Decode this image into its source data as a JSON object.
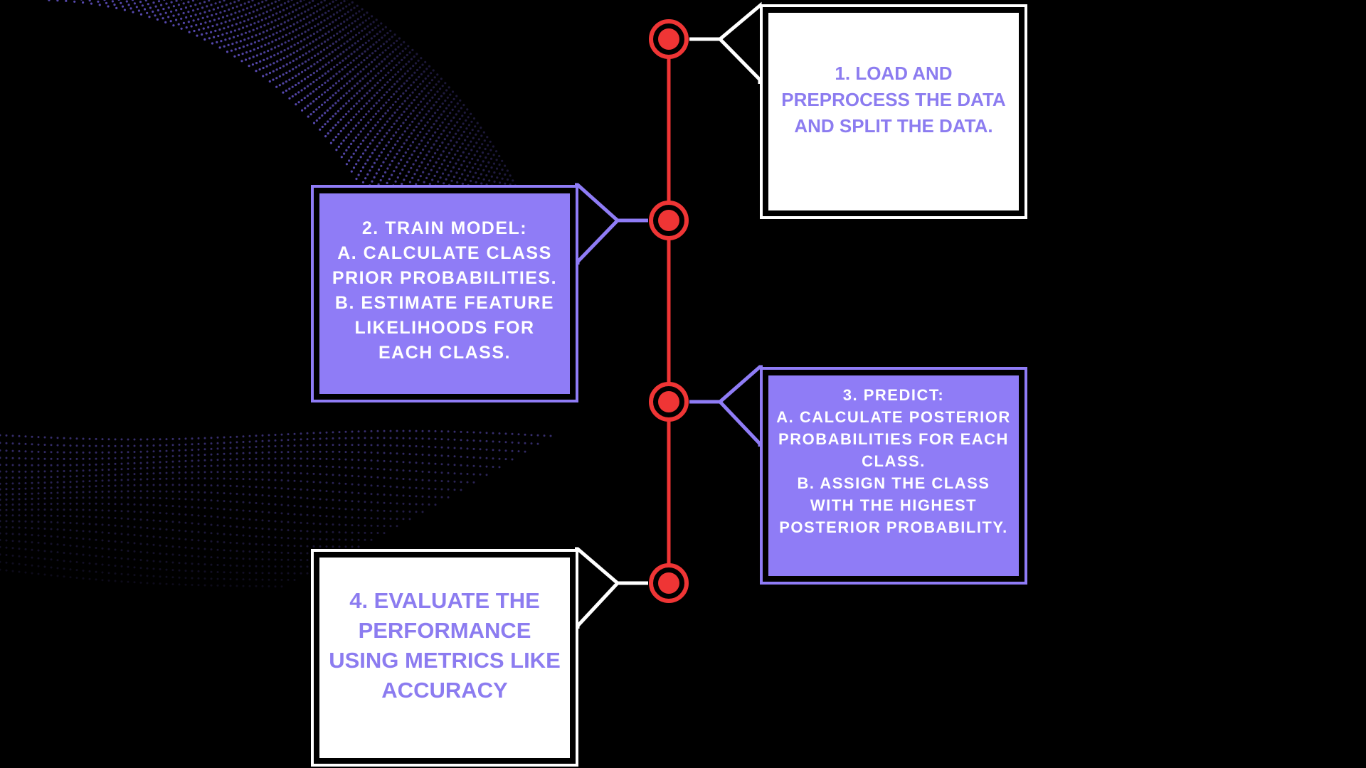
{
  "colors": {
    "background": "#000000",
    "timeline": "#ef3535",
    "purple": "#8f7cf6",
    "white": "#ffffff",
    "dots": "#6b5ad8"
  },
  "steps": [
    {
      "id": "1",
      "text": "1. LOAD AND\nPREPROCESS THE DATA\nAND SPLIT THE DATA.",
      "style": "white-box"
    },
    {
      "id": "2",
      "text": "2. TRAIN MODEL:\nA. CALCULATE CLASS\nPRIOR PROBABILITIES.\nB. ESTIMATE FEATURE\nLIKELIHOODS FOR\nEACH CLASS.",
      "style": "purple-box"
    },
    {
      "id": "3",
      "text": "3. PREDICT:\nA. CALCULATE POSTERIOR\nPROBABILITIES FOR EACH\nCLASS.\nB. ASSIGN THE CLASS\nWITH THE HIGHEST\nPOSTERIOR PROBABILITY.",
      "style": "purple-box"
    },
    {
      "id": "4",
      "text": "4. EVALUATE THE\nPERFORMANCE\nUSING METRICS LIKE\nACCURACY",
      "style": "white-box"
    }
  ]
}
